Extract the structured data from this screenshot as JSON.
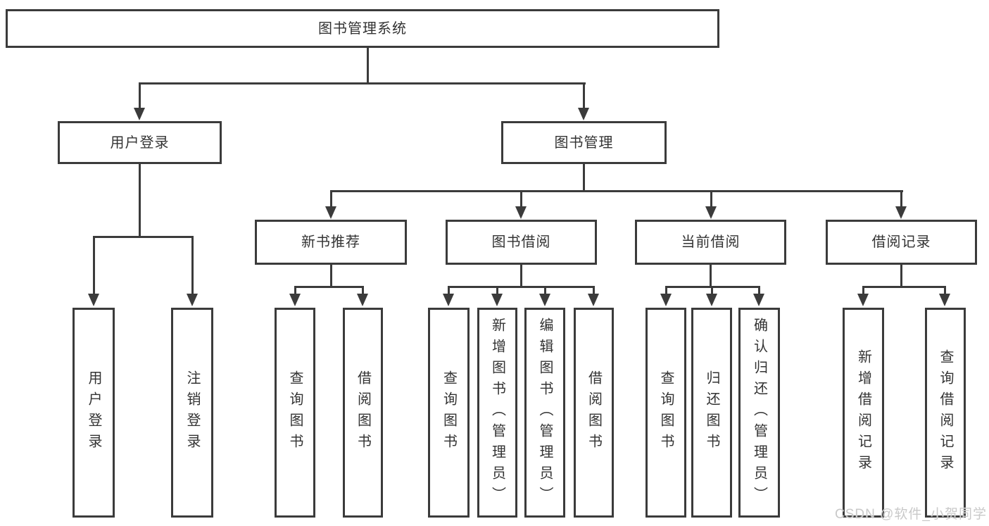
{
  "diagram": {
    "type": "hierarchy-tree",
    "title": "图书管理系统",
    "colors": {
      "line": "#3b3b3b",
      "text": "#333333",
      "box_background": "#ffffff",
      "page_background": "#ffffff",
      "watermark": "#c9c9c9"
    },
    "tree": {
      "label": "图书管理系统",
      "children": [
        {
          "label": "用户登录",
          "children": [
            {
              "label": "用户登录"
            },
            {
              "label": "注销登录"
            }
          ]
        },
        {
          "label": "图书管理",
          "children": [
            {
              "label": "新书推荐",
              "children": [
                {
                  "label": "查询图书"
                },
                {
                  "label": "借阅图书"
                }
              ]
            },
            {
              "label": "图书借阅",
              "children": [
                {
                  "label": "查询图书"
                },
                {
                  "label": "新增图书（管理员）"
                },
                {
                  "label": "编辑图书（管理员）"
                },
                {
                  "label": "借阅图书"
                }
              ]
            },
            {
              "label": "当前借阅",
              "children": [
                {
                  "label": "查询图书"
                },
                {
                  "label": "归还图书"
                },
                {
                  "label": "确认归还（管理员）"
                }
              ]
            },
            {
              "label": "借阅记录",
              "children": [
                {
                  "label": "新增借阅记录"
                },
                {
                  "label": "查询借阅记录"
                }
              ]
            }
          ]
        }
      ]
    }
  },
  "watermark": {
    "text": "CSDN @软件_小贺同学"
  }
}
